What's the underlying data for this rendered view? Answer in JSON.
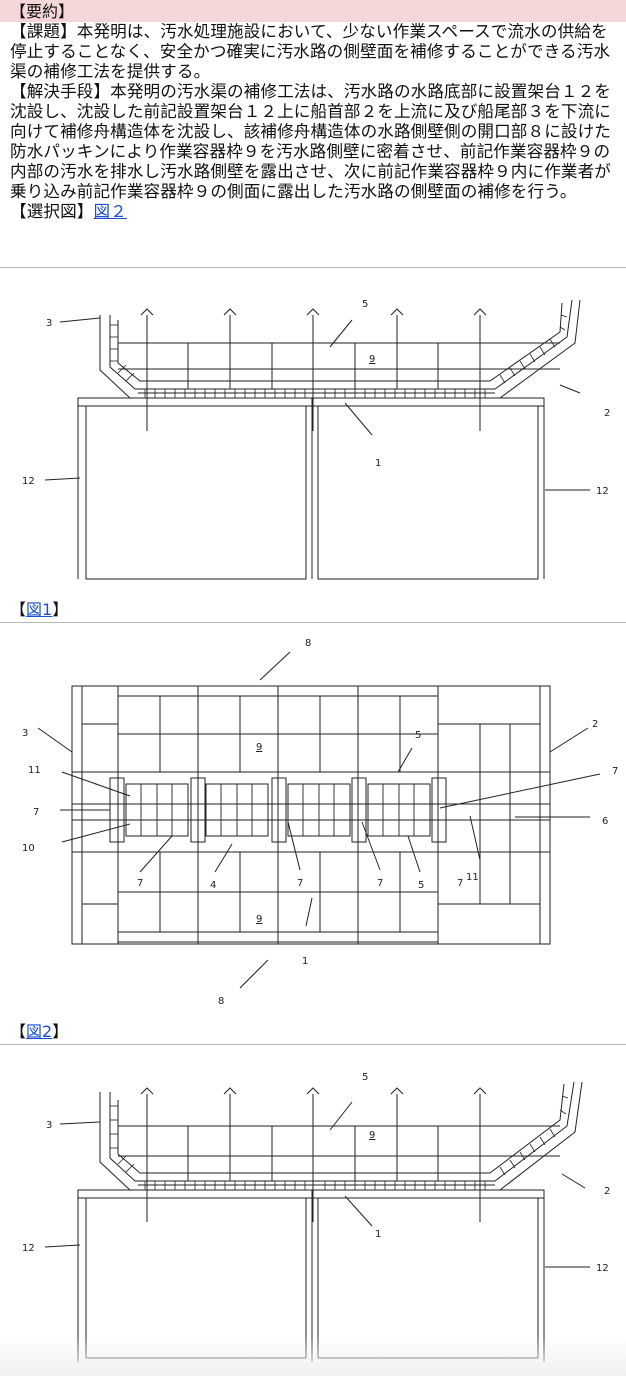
{
  "summary": {
    "heading": "【要約】"
  },
  "abstract": {
    "problem": "【課題】本発明は、汚水処理施設において、少ない作業スペースで流水の供給を停止することなく、安全かつ確実に汚水路の側壁面を補修することができる汚水渠の補修工法を提供する。",
    "solution": "【解決手段】本発明の汚水渠の補修工法は、汚水路の水路底部に設置架台１２を沈設し、沈設した前記設置架台１２上に船首部２を上流に及び船尾部３を下流に向けて補修舟構造体を沈設し、該補修舟構造体の水路側壁側の開口部８に設けた防水パッキンにより作業容器枠９を汚水路側壁に密着させ、前記作業容器枠９の内部の汚水を排水し汚水路側壁を露出させ、次に前記作業容器枠９内に作業者が乗り込み前記作業容器枠９の側面に露出した汚水路の側壁面の補修を行う。",
    "selected_prefix": "【選択図】",
    "selected_link": "図２"
  },
  "figures": [
    {
      "bracket_open": "【",
      "link": "図1",
      "bracket_close": "】"
    },
    {
      "bracket_open": "【",
      "link": "図2",
      "bracket_close": "】"
    }
  ],
  "side_view_labels": {
    "deck": "5",
    "container": "9",
    "stern": "3",
    "bow": "2",
    "frame": "1",
    "stand_left": "12",
    "stand_right": "12"
  },
  "plan_view_labels": {
    "opening_top": "8",
    "opening_bottom": "8",
    "stern": "3",
    "bow": "2",
    "l11_left": "11",
    "l11_right": "11",
    "l7_left": "7",
    "l10": "10",
    "l7_right": "7",
    "l6": "6",
    "l9_top": "9",
    "l9_bottom": "9",
    "l5_top": "5",
    "l5_bottom": "5",
    "l4": "4",
    "l7_a": "7",
    "l7_b": "7",
    "l7_c": "7",
    "l7_d": "7",
    "l1": "1"
  }
}
